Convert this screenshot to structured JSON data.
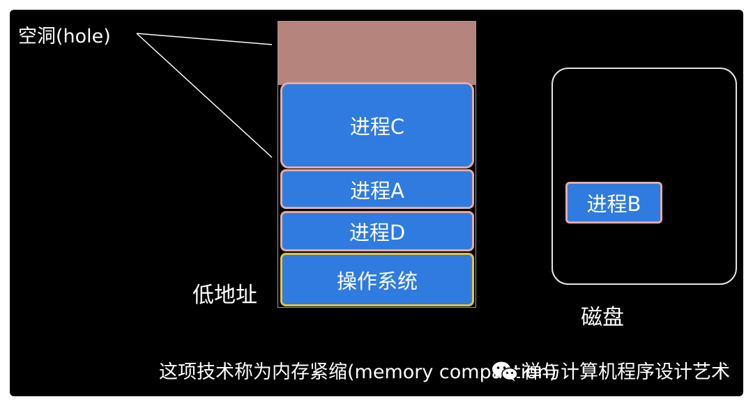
{
  "labels": {
    "hole": "空洞(hole)",
    "low_address": "低地址",
    "disk": "磁盘",
    "caption": "这项技术称为内存紧缩(memory compaction)",
    "watermark": "禅与计算机程序设计艺术"
  },
  "memory": {
    "process_c": "进程C",
    "process_a": "进程A",
    "process_d": "进程D",
    "os": "操作系统"
  },
  "disk_content": {
    "process_b": "进程B"
  },
  "colors": {
    "background": "#000000",
    "hole": "#b5847d",
    "process": "#2f7be0",
    "process_border": "#e7a9a6",
    "os_border": "#e8c33a"
  },
  "icons": [
    "wechat-icon"
  ]
}
